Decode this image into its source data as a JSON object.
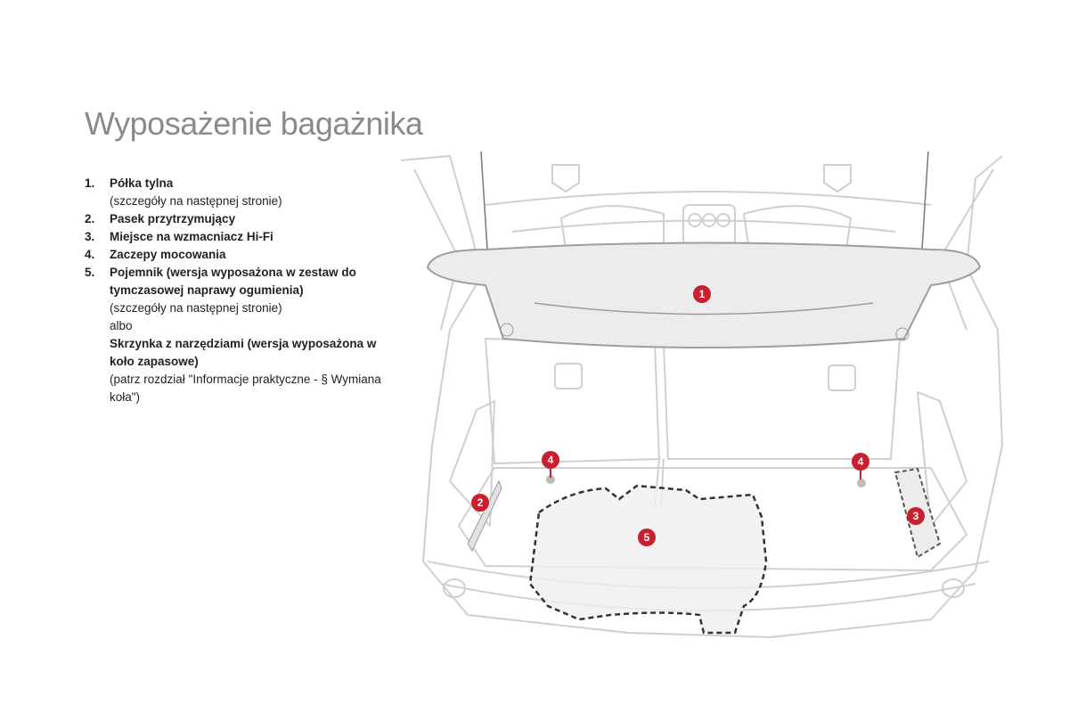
{
  "title": "Wyposażenie bagażnika",
  "legend": [
    {
      "num": "1.",
      "lines": [
        {
          "text": "Półka tylna",
          "bold": true
        },
        {
          "text": "(szczegóły na następnej stronie)",
          "bold": false
        }
      ]
    },
    {
      "num": "2.",
      "lines": [
        {
          "text": "Pasek przytrzymujący",
          "bold": true
        }
      ]
    },
    {
      "num": "3.",
      "lines": [
        {
          "text": "Miejsce na wzmacniacz Hi-Fi",
          "bold": true
        }
      ]
    },
    {
      "num": "4.",
      "lines": [
        {
          "text": "Zaczepy mocowania",
          "bold": true
        }
      ]
    },
    {
      "num": "5.",
      "lines": [
        {
          "text": "Pojemnik (wersja wyposażona w zestaw do tymczasowej naprawy ogumienia)",
          "bold": true
        },
        {
          "text": "(szczegóły na następnej stronie)",
          "bold": false
        },
        {
          "text": "albo",
          "bold": false
        },
        {
          "text": "Skrzynka z narzędziami (wersja wyposażona w koło zapasowe)",
          "bold": true
        },
        {
          "text": "(patrz rozdział \"Informacje praktyczne - § Wymiana koła\")",
          "bold": false
        }
      ]
    }
  ],
  "callouts": {
    "c1": "1",
    "c2": "2",
    "c3": "3",
    "c4a": "4",
    "c4b": "4",
    "c5": "5"
  },
  "colors": {
    "badge": "#c8202f",
    "line": "#c9c9c9",
    "title": "#8a8a8a"
  }
}
